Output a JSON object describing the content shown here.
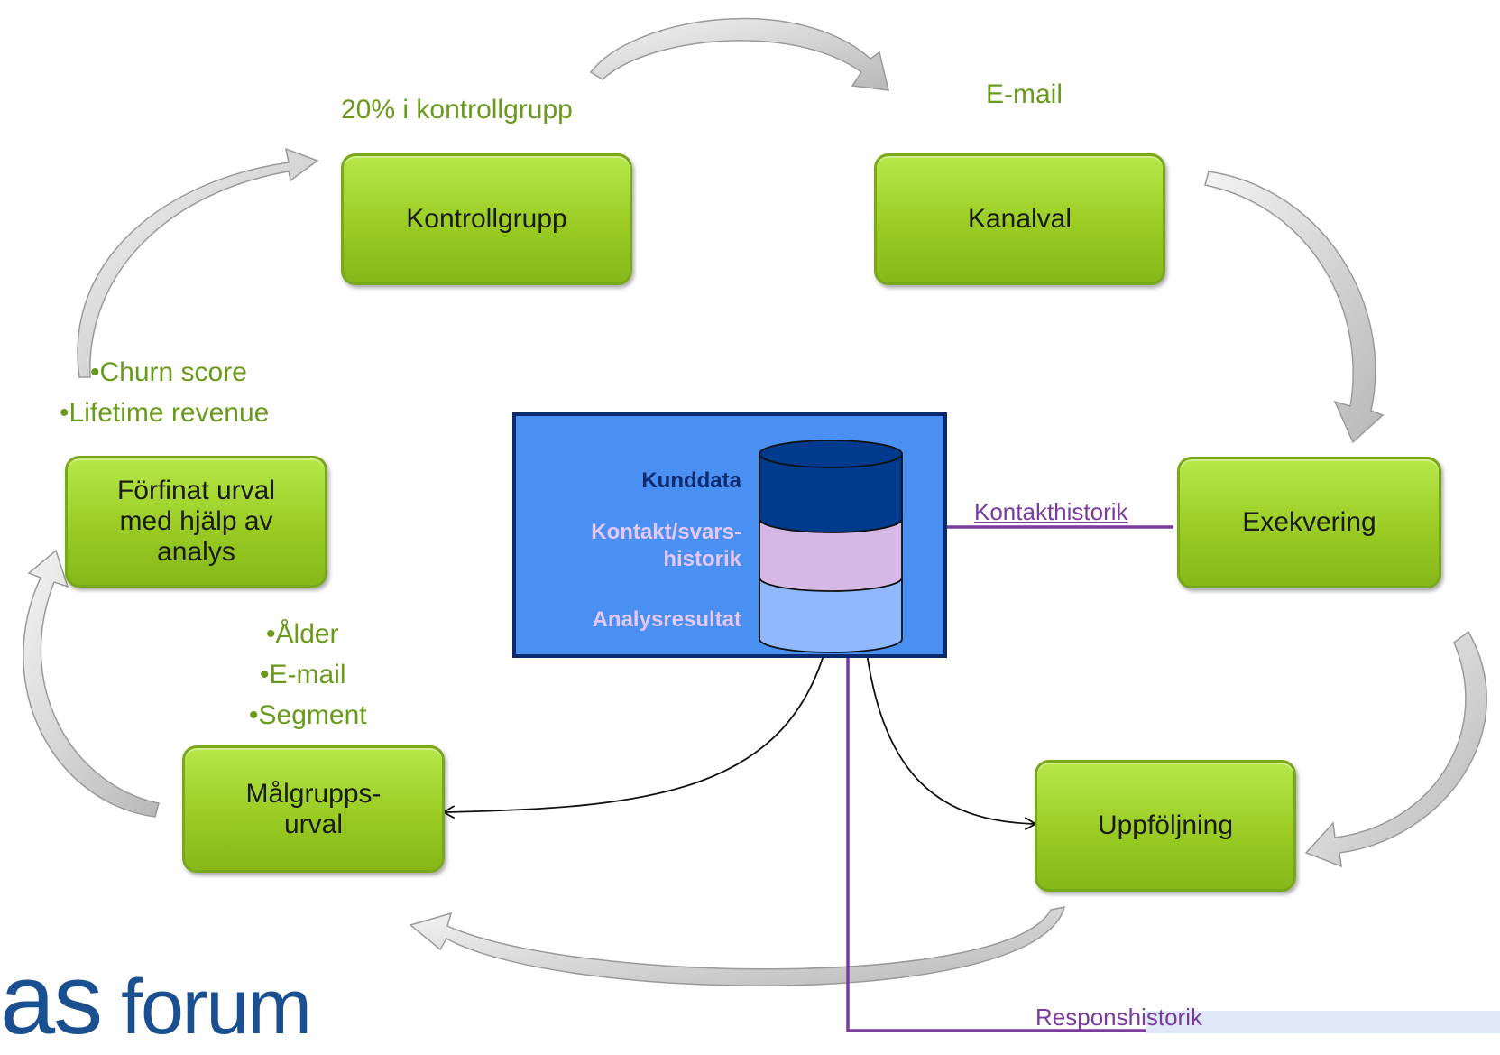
{
  "nodes": {
    "kontrollgrupp": "Kontrollgrupp",
    "kanalval": "Kanalval",
    "exekvering": "Exekvering",
    "uppfoljning": "Uppföljning",
    "malgruppsurval": "Målgrupps-\nurval",
    "forfinat": "Förfinat urval\nmed hjälp av\nanalys"
  },
  "annotations": {
    "kontrollgrupp_note": "20% i kontrollgrupp",
    "kanal_note": "E-mail",
    "analys_bullets": [
      "Churn score",
      "Lifetime revenue"
    ],
    "malgrupp_bullets": [
      "Ålder",
      "E-mail",
      "Segment"
    ],
    "bullet_char": "•"
  },
  "database": {
    "layers": [
      "Kunddata",
      "Kontakt/svars-\nhistorik",
      "Analysresultat"
    ],
    "colors": {
      "panel": "#4a8ff2",
      "panel_border": "#0b2a6b",
      "layer_top": "#003a8c",
      "layer_mid": "#d6b8e6",
      "layer_bottom": "#8fb8ff",
      "label_top": "#0b2a6b",
      "label_light": "#e6c8f5"
    }
  },
  "connectors": {
    "kontakthistorik": "Kontakthistorik",
    "responshistorik": "Responshistorik",
    "purple": "#7a3aa0"
  },
  "logo": {
    "text_big": "as",
    "text_small": " forum"
  },
  "colors": {
    "node_green": "#9acc24",
    "annotation_green": "#6a9a1c",
    "cycle_arrow": "#c8c8c8"
  }
}
